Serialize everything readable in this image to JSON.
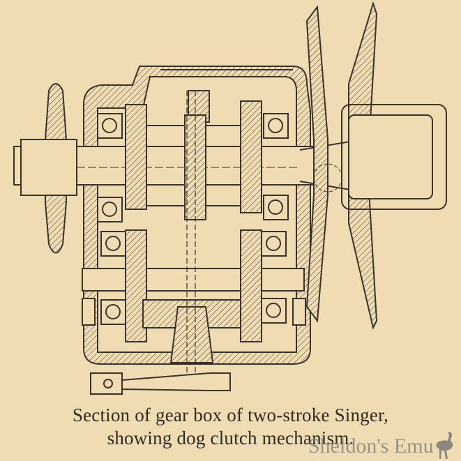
{
  "figure": {
    "caption_line1": "Section of gear box of two-stroke Singer,",
    "caption_line2": "showing dog clutch mechanism.",
    "watermark": "Sheldon's Emu",
    "paper_color": "#efdcb2",
    "ink_color": "#3a332c"
  }
}
